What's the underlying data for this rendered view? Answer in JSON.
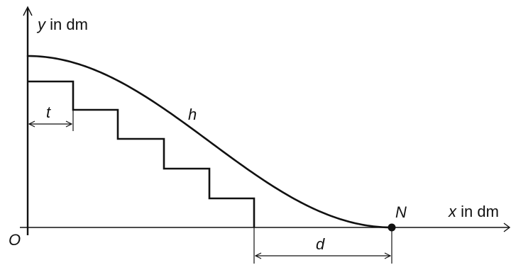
{
  "axes": {
    "y_var": "y",
    "y_unit": "in dm",
    "x_var": "x",
    "x_unit": "in dm",
    "origin": "O"
  },
  "labels": {
    "curve": "h",
    "point": "N",
    "step_width": "t",
    "distance": "d"
  },
  "colors": {
    "ink": "#111111",
    "background": "#ffffff"
  }
}
